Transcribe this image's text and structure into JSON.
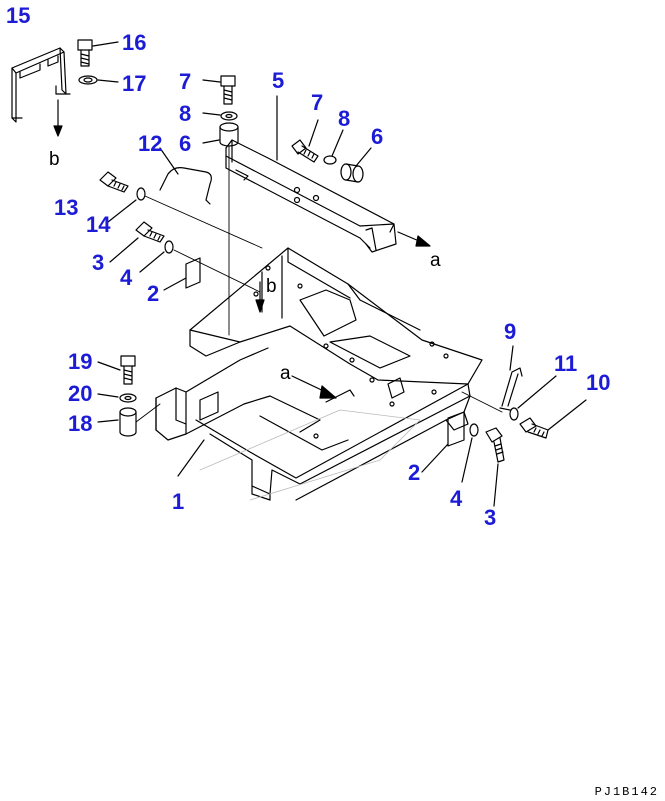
{
  "callouts": {
    "c15": "15",
    "c16": "16",
    "c17": "17",
    "c7a": "7",
    "c8a": "8",
    "c6a": "6",
    "c5": "5",
    "c7b": "7",
    "c8b": "8",
    "c6b": "6",
    "c12": "12",
    "c13": "13",
    "c14": "14",
    "c3a": "3",
    "c4a": "4",
    "c2a": "2",
    "c9": "9",
    "c11": "11",
    "c10": "10",
    "c19": "19",
    "c20": "20",
    "c18": "18",
    "c1": "1",
    "c2b": "2",
    "c4b": "4",
    "c3b": "3"
  },
  "letters": {
    "b_top": "b",
    "b_frame": "b",
    "a_beam": "a",
    "a_frame": "a"
  },
  "drawing_code": "PJ1B142",
  "colors": {
    "callout": "#1c1cd6",
    "line": "#000000"
  }
}
